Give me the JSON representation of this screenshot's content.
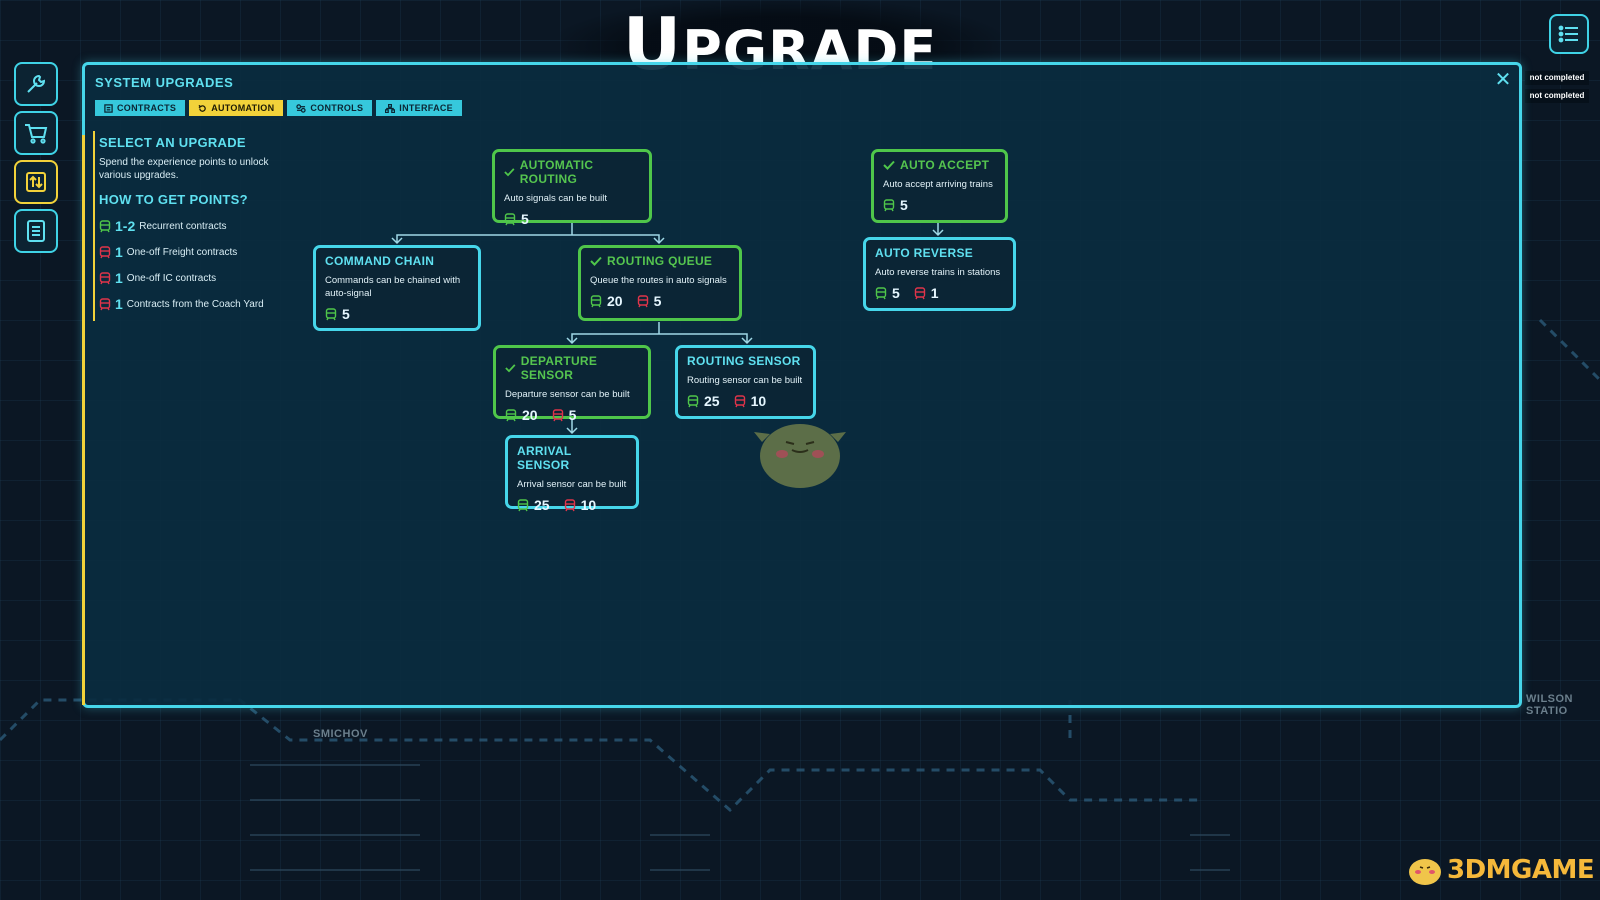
{
  "page_title": "UPGRADE",
  "page_title_parts": {
    "first": "U",
    "rest": "PGRADE"
  },
  "menu_icon": "list-icon",
  "sidebar": [
    {
      "icon": "wrench-icon",
      "active": false
    },
    {
      "icon": "cart-icon",
      "active": false
    },
    {
      "icon": "upgrade-arrows-icon",
      "active": true
    },
    {
      "icon": "book-icon",
      "active": false
    }
  ],
  "status_tags": [
    "not completed",
    "not completed"
  ],
  "panel": {
    "title": "SYSTEM UPGRADES",
    "close_label": "✕",
    "tabs": [
      {
        "label": "CONTRACTS",
        "icon": "contracts-icon",
        "active": false
      },
      {
        "label": "AUTOMATION",
        "icon": "automation-icon",
        "active": true
      },
      {
        "label": "CONTROLS",
        "icon": "controls-icon",
        "active": false
      },
      {
        "label": "INTERFACE",
        "icon": "interface-icon",
        "active": false
      }
    ]
  },
  "info": {
    "select_heading": "SELECT AN UPGRADE",
    "select_text": "Spend the experience points to unlock various upgrades.",
    "how_heading": "HOW TO GET POINTS?",
    "how_items": [
      {
        "icon": "green-train-icon",
        "value": "1-2",
        "label": "Recurrent contracts"
      },
      {
        "icon": "red-train-icon",
        "value": "1",
        "label": "One-off Freight contracts"
      },
      {
        "icon": "red-train-icon",
        "value": "1",
        "label": "One-off IC contracts"
      },
      {
        "icon": "red-train-icon",
        "value": "1",
        "label": "Contracts from the Coach Yard"
      }
    ]
  },
  "upgrades": {
    "automatic_routing": {
      "title": "AUTOMATIC ROUTING",
      "desc": "Auto signals can be built",
      "green": "5",
      "completed": true
    },
    "command_chain": {
      "title": "COMMAND CHAIN",
      "desc": "Commands can be chained with auto-signal",
      "green": "5",
      "completed": false
    },
    "routing_queue": {
      "title": "ROUTING QUEUE",
      "desc": "Queue the routes in auto signals",
      "green": "20",
      "red": "5",
      "completed": true
    },
    "departure_sensor": {
      "title": "DEPARTURE SENSOR",
      "desc": "Departure sensor can be built",
      "green": "20",
      "red": "5",
      "completed": true
    },
    "routing_sensor": {
      "title": "ROUTING SENSOR",
      "desc": "Routing sensor can be built",
      "green": "25",
      "red": "10",
      "completed": false
    },
    "arrival_sensor": {
      "title": "ARRIVAL SENSOR",
      "desc": "Arrival sensor can be built",
      "green": "25",
      "red": "10",
      "completed": false
    },
    "auto_accept": {
      "title": "AUTO ACCEPT",
      "desc": "Auto accept arriving trains",
      "green": "5",
      "completed": true
    },
    "auto_reverse": {
      "title": "AUTO REVERSE",
      "desc": "Auto reverse trains in stations",
      "green": "5",
      "red": "1",
      "completed": false
    }
  },
  "map_labels": {
    "smichov": "SMICHOV",
    "wilson": "WILSON STATIO"
  },
  "watermark": "3DMGAME",
  "colors": {
    "cyan": "#46d6ea",
    "green": "#4fc64a",
    "yellow": "#f2d23a",
    "red": "#e0344a"
  }
}
